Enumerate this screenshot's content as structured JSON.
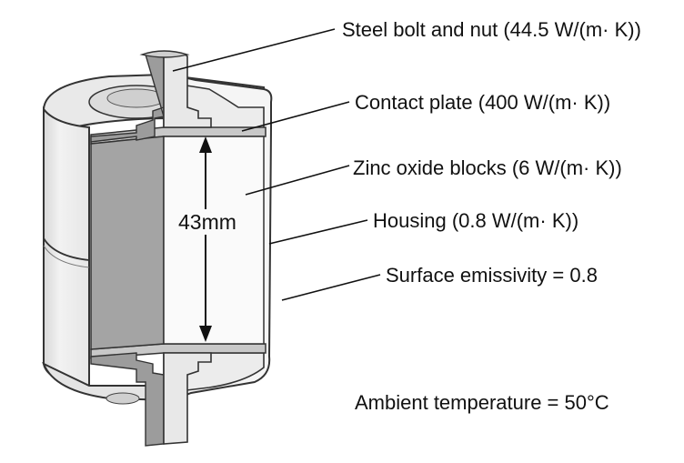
{
  "labels": {
    "bolt": "Steel bolt and nut (44.5 W/(m· K))",
    "contact_plate": "Contact plate (400 W/(m· K))",
    "zinc_blocks": "Zinc oxide blocks (6 W/(m· K))",
    "housing": "Housing (0.8 W/(m· K))",
    "emissivity": "Surface emissivity = 0.8",
    "ambient": "Ambient temperature = 50°C"
  },
  "dimension": "43mm",
  "colors": {
    "outline": "#333333",
    "shade_dark": "#9a9a9a",
    "shade_mid": "#c4c4c4",
    "shade_light": "#e2e2e2",
    "housing_face": "#f4f4f4"
  }
}
